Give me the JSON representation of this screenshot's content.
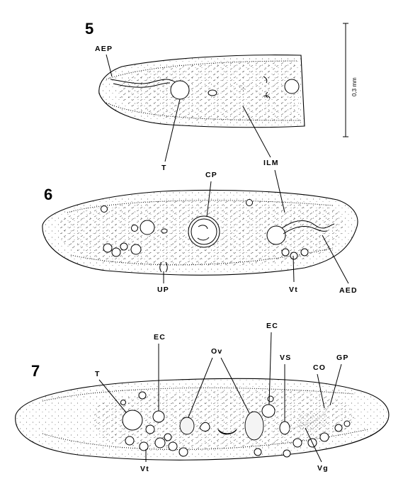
{
  "figures": [
    {
      "number": "5",
      "labels": {
        "aep": "AEP",
        "t": "T",
        "ilm": "ILM"
      },
      "scale_bar": "0,3 mm"
    },
    {
      "number": "6",
      "labels": {
        "cp": "CP",
        "up": "UP",
        "vt": "Vt",
        "aed": "AED"
      }
    },
    {
      "number": "7",
      "labels": {
        "t": "T",
        "ec1": "EC",
        "ov": "Ov",
        "ec2": "EC",
        "vs": "VS",
        "co": "CO",
        "gp": "GP",
        "vt": "Vt",
        "vg": "Vg"
      }
    }
  ]
}
